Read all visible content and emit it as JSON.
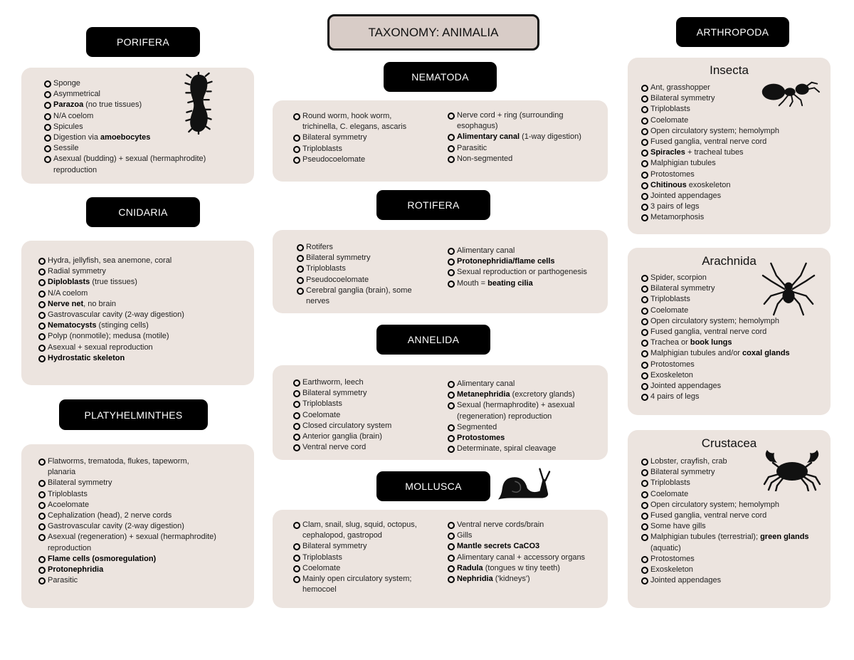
{
  "title": "TAXONOMY: ANIMALIA",
  "phyla": {
    "porifera": {
      "label": "PORIFERA",
      "items": [
        [
          {
            "t": "Sponge"
          }
        ],
        [
          {
            "t": "Asymmetrical"
          }
        ],
        [
          {
            "t": "Parazoa",
            "b": true
          },
          {
            "t": " (no true tissues)"
          }
        ],
        [
          {
            "t": "N/A coelom"
          }
        ],
        [
          {
            "t": "Spicules"
          }
        ],
        [
          {
            "t": "Digestion via "
          },
          {
            "t": "amoebocytes",
            "b": true
          }
        ],
        [
          {
            "t": "Sessile"
          }
        ],
        [
          {
            "t": "Asexual (budding) + sexual (hermaphrodite) reproduction"
          }
        ]
      ]
    },
    "cnidaria": {
      "label": "CNIDARIA",
      "items": [
        [
          {
            "t": "Hydra, jellyfish, sea anemone, coral"
          }
        ],
        [
          {
            "t": "Radial symmetry"
          }
        ],
        [
          {
            "t": "Diploblasts",
            "b": true
          },
          {
            "t": " (true tissues)"
          }
        ],
        [
          {
            "t": "N/A coelom"
          }
        ],
        [
          {
            "t": "Nerve net",
            "b": true
          },
          {
            "t": ", no brain"
          }
        ],
        [
          {
            "t": "Gastrovascular cavity (2-way digestion)"
          }
        ],
        [
          {
            "t": "Nematocysts",
            "b": true
          },
          {
            "t": " (stinging cells)"
          }
        ],
        [
          {
            "t": "Polyp (nonmotile); medusa (motile)"
          }
        ],
        [
          {
            "t": "Asexual + sexual reproduction"
          }
        ],
        [
          {
            "t": "Hydrostatic skeleton",
            "b": true
          }
        ]
      ]
    },
    "platyhelminthes": {
      "label": "PLATYHELMINTHES",
      "items": [
        [
          {
            "t": "Flatworms, trematoda, flukes, tapeworm, planaria"
          }
        ],
        [
          {
            "t": "Bilateral symmetry"
          }
        ],
        [
          {
            "t": "Triploblasts"
          }
        ],
        [
          {
            "t": "Acoelomate"
          }
        ],
        [
          {
            "t": "Cephalization (head), 2 nerve cords"
          }
        ],
        [
          {
            "t": "Gastrovascular cavity (2-way digestion)"
          }
        ],
        [
          {
            "t": "Asexual (regeneration) + sexual (hermaphrodite) reproduction"
          }
        ],
        [
          {
            "t": "Flame cells (osmoregulation)",
            "b": true
          }
        ],
        [
          {
            "t": "Protonephridia",
            "b": true
          }
        ],
        [
          {
            "t": "Parasitic"
          }
        ]
      ]
    },
    "nematoda": {
      "label": "NEMATODA",
      "left": [
        [
          {
            "t": "Round worm, hook worm, trichinella, C. elegans, ascaris"
          }
        ],
        [
          {
            "t": "Bilateral symmetry"
          }
        ],
        [
          {
            "t": "Triploblasts"
          }
        ],
        [
          {
            "t": "Pseudocoelomate"
          }
        ]
      ],
      "right": [
        [
          {
            "t": "Nerve cord + ring (surrounding esophagus)"
          }
        ],
        [
          {
            "t": "Alimentary canal",
            "b": true
          },
          {
            "t": " (1-way digestion)"
          }
        ],
        [
          {
            "t": "Parasitic"
          }
        ],
        [
          {
            "t": "Non-segmented"
          }
        ]
      ]
    },
    "rotifera": {
      "label": "ROTIFERA",
      "left": [
        [
          {
            "t": "Rotifers"
          }
        ],
        [
          {
            "t": "Bilateral symmetry"
          }
        ],
        [
          {
            "t": "Triploblasts"
          }
        ],
        [
          {
            "t": "Pseudocoelomate"
          }
        ],
        [
          {
            "t": "Cerebral ganglia (brain), some nerves"
          }
        ]
      ],
      "right": [
        [
          {
            "t": "Alimentary canal"
          }
        ],
        [
          {
            "t": "Protonephridia/flame cells",
            "b": true
          }
        ],
        [
          {
            "t": "Sexual reproduction or parthogenesis"
          }
        ],
        [
          {
            "t": "Mouth = "
          },
          {
            "t": "beating cilia",
            "b": true
          }
        ]
      ]
    },
    "annelida": {
      "label": "ANNELIDA",
      "left": [
        [
          {
            "t": "Earthworm, leech"
          }
        ],
        [
          {
            "t": "Bilateral symmetry"
          }
        ],
        [
          {
            "t": "Triploblasts"
          }
        ],
        [
          {
            "t": "Coelomate"
          }
        ],
        [
          {
            "t": "Closed circulatory system"
          }
        ],
        [
          {
            "t": "Anterior ganglia (brain)"
          }
        ],
        [
          {
            "t": "Ventral nerve cord"
          }
        ]
      ],
      "right": [
        [
          {
            "t": "Alimentary canal"
          }
        ],
        [
          {
            "t": "Metanephridia",
            "b": true
          },
          {
            "t": " (excretory glands)"
          }
        ],
        [
          {
            "t": "Sexual (hermaphrodite) + asexual (regeneration) reproduction"
          }
        ],
        [
          {
            "t": "Segmented"
          }
        ],
        [
          {
            "t": "Protostomes",
            "b": true
          }
        ],
        [
          {
            "t": "Determinate, spiral cleavage"
          }
        ]
      ]
    },
    "mollusca": {
      "label": "MOLLUSCA",
      "left": [
        [
          {
            "t": "Clam, snail, slug, squid, octopus, cephalopod, gastropod"
          }
        ],
        [
          {
            "t": "Bilateral symmetry"
          }
        ],
        [
          {
            "t": "Triploblasts"
          }
        ],
        [
          {
            "t": "Coelomate"
          }
        ],
        [
          {
            "t": "Mainly open circulatory system; hemocoel"
          }
        ]
      ],
      "right": [
        [
          {
            "t": "Ventral nerve cords/brain"
          }
        ],
        [
          {
            "t": "Gills"
          }
        ],
        [
          {
            "t": "Mantle secrets CaCO3",
            "b": true
          }
        ],
        [
          {
            "t": "Alimentary canal + accessory organs"
          }
        ],
        [
          {
            "t": "Radula",
            "b": true
          },
          {
            "t": " (tongues w tiny teeth)"
          }
        ],
        [
          {
            "t": "Nephridia",
            "b": true
          },
          {
            "t": " ('kidneys')"
          }
        ]
      ]
    },
    "arthropoda": {
      "label": "ARTHROPODA",
      "insecta": {
        "heading": "Insecta",
        "items": [
          [
            {
              "t": "Ant, grasshopper"
            }
          ],
          [
            {
              "t": "Bilateral symmetry"
            }
          ],
          [
            {
              "t": "Triploblasts"
            }
          ],
          [
            {
              "t": "Coelomate"
            }
          ],
          [
            {
              "t": "Open circulatory system; hemolymph"
            }
          ],
          [
            {
              "t": "Fused ganglia, ventral nerve cord"
            }
          ],
          [
            {
              "t": "Spiracles",
              "b": true
            },
            {
              "t": " + tracheal tubes"
            }
          ],
          [
            {
              "t": "Malphigian tubules"
            }
          ],
          [
            {
              "t": "Protostomes"
            }
          ],
          [
            {
              "t": "Chitinous",
              "b": true
            },
            {
              "t": " exoskeleton"
            }
          ],
          [
            {
              "t": "Jointed appendages"
            }
          ],
          [
            {
              "t": "3 pairs of legs"
            }
          ],
          [
            {
              "t": "Metamorphosis"
            }
          ]
        ]
      },
      "arachnida": {
        "heading": "Arachnida",
        "items": [
          [
            {
              "t": "Spider, scorpion"
            }
          ],
          [
            {
              "t": "Bilateral symmetry"
            }
          ],
          [
            {
              "t": "Triploblasts"
            }
          ],
          [
            {
              "t": "Coelomate"
            }
          ],
          [
            {
              "t": "Open circulatory system; hemolymph"
            }
          ],
          [
            {
              "t": "Fused ganglia, ventral nerve cord"
            }
          ],
          [
            {
              "t": "Trachea or "
            },
            {
              "t": "book lungs",
              "b": true
            }
          ],
          [
            {
              "t": "Malphigian tubules and/or "
            },
            {
              "t": "coxal glands",
              "b": true
            }
          ],
          [
            {
              "t": "Protostomes"
            }
          ],
          [
            {
              "t": "Exoskeleton"
            }
          ],
          [
            {
              "t": "Jointed appendages"
            }
          ],
          [
            {
              "t": "4 pairs of legs"
            }
          ]
        ]
      },
      "crustacea": {
        "heading": "Crustacea",
        "items": [
          [
            {
              "t": "Lobster, crayfish, crab"
            }
          ],
          [
            {
              "t": "Bilateral symmetry"
            }
          ],
          [
            {
              "t": "Triploblasts"
            }
          ],
          [
            {
              "t": "Coelomate"
            }
          ],
          [
            {
              "t": "Open circulatory system; hemolymph"
            }
          ],
          [
            {
              "t": "Fused ganglia, ventral nerve cord"
            }
          ],
          [
            {
              "t": "Some have gills"
            }
          ],
          [
            {
              "t": "Malphigian tubules (terrestrial); "
            },
            {
              "t": "green glands",
              "b": true
            },
            {
              "t": " (aquatic)"
            }
          ],
          [
            {
              "t": "Protostomes"
            }
          ],
          [
            {
              "t": "Exoskeleton"
            }
          ],
          [
            {
              "t": "Jointed appendages"
            }
          ]
        ]
      }
    }
  },
  "icons": {
    "porifera": "sponge-icon",
    "mollusca": "snail-icon",
    "insecta": "ant-icon",
    "arachnida": "spider-icon",
    "crustacea": "crab-icon"
  },
  "colors": {
    "panel": "#ece4df",
    "title_fill": "#d8ccc7",
    "pill": "#000000"
  }
}
